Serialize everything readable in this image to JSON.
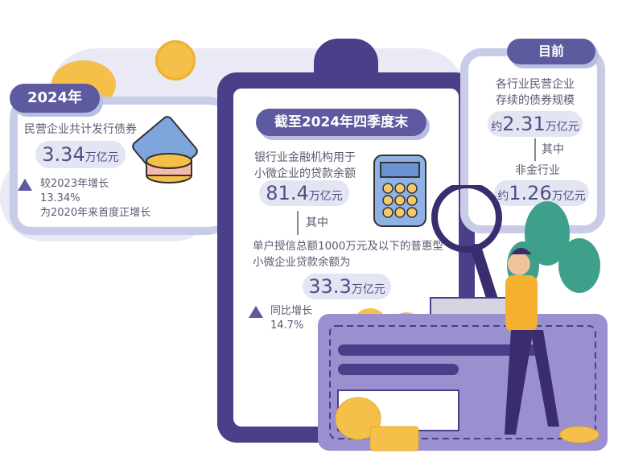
{
  "left_panel": {
    "tag": "2024年",
    "label": "民营企业共计发行债券",
    "value": "3.34",
    "unit": "万亿元",
    "growth_line1": "较2023年增长",
    "growth_line2": "13.34%",
    "growth_line3": "为2020年来首度正增长"
  },
  "center_panel": {
    "tag": "截至2024年四季度末",
    "label_line1": "银行业金融机构用于",
    "label_line2": "小微企业的贷款余额",
    "value": "81.4",
    "unit": "万亿元",
    "sub_label": "其中",
    "sub_line1": "单户授信总额1000万元及以下的普惠型",
    "sub_line2": "小微企业贷款余额为",
    "sub_value": "33.3",
    "sub_unit": "万亿元",
    "growth_line1": "同比增长",
    "growth_line2": "14.7%"
  },
  "right_panel": {
    "tag": "目前",
    "label_line1": "各行业民营企业",
    "label_line2": "存续的债券规模",
    "prefix": "约",
    "value": "2.31",
    "unit": "万亿元",
    "sub_label": "其中",
    "sub_title": "非金行业",
    "sub_prefix": "约",
    "sub_value": "1.26",
    "sub_unit": "万亿元"
  },
  "colors": {
    "accent": "#5d5aa0",
    "frame": "#4a3f88",
    "coin": "#f5c04a",
    "pill": "#e3e5f2"
  }
}
